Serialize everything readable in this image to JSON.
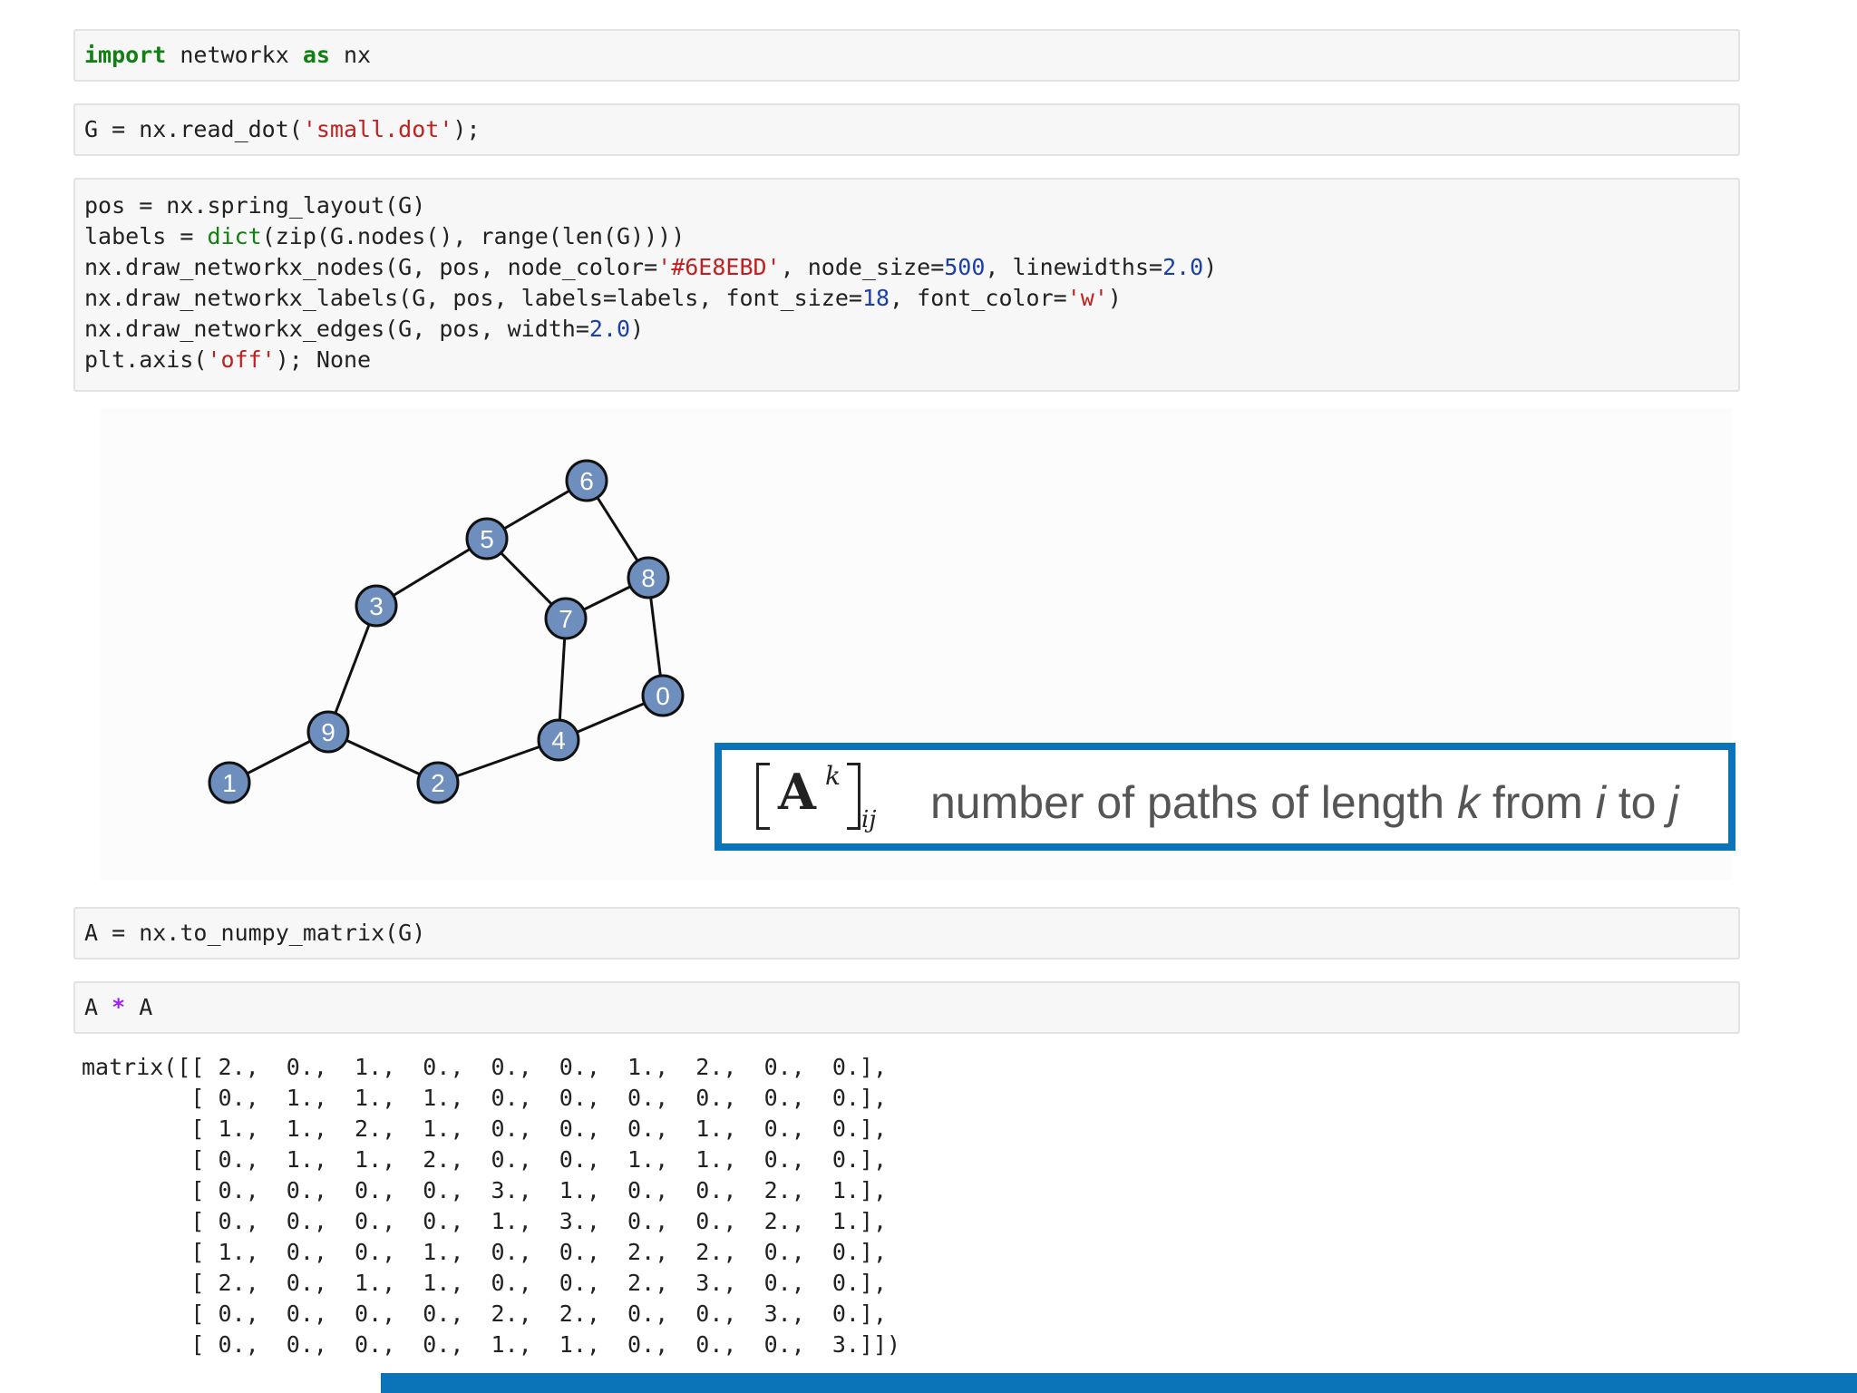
{
  "cells": {
    "import": {
      "kw1": "import",
      "mod": " networkx ",
      "kw2": "as",
      "alias": " nx"
    },
    "read": {
      "pre": "G = nx.read_dot(",
      "str": "'small.dot'",
      "post": ");"
    },
    "draw": {
      "line1": "pos = nx.spring_layout(G)",
      "line2": {
        "pre": "labels = ",
        "fn": "dict",
        "post": "(zip(G.nodes(), range(len(G))))"
      },
      "line3": {
        "pre": "nx.draw_networkx_nodes(G, pos, node_color=",
        "str": "'#6E8EBD'",
        "mid": ", node_size=",
        "num1": "500",
        "mid2": ", linewidths=",
        "num2": "2.0",
        "post": ")"
      },
      "line4": {
        "pre": "nx.draw_networkx_labels(G, pos, labels=labels, font_size=",
        "num": "18",
        "mid": ", font_color=",
        "str": "'w'",
        "post": ")"
      },
      "line5": {
        "pre": "nx.draw_networkx_edges(G, pos, width=",
        "num": "2.0",
        "post": ")"
      },
      "line6": {
        "pre": "plt.axis(",
        "str": "'off'",
        "post": "); None"
      }
    },
    "matrix": {
      "text": "A = nx.to_numpy_matrix(G)"
    },
    "square": {
      "a1": "A ",
      "op": "*",
      "a2": " A"
    }
  },
  "graph": {
    "node_color": "#6E8EBD",
    "nodes": [
      {
        "label": "0"
      },
      {
        "label": "1"
      },
      {
        "label": "2"
      },
      {
        "label": "3"
      },
      {
        "label": "4"
      },
      {
        "label": "5"
      },
      {
        "label": "6"
      },
      {
        "label": "7"
      },
      {
        "label": "8"
      },
      {
        "label": "9"
      }
    ],
    "edges": [
      [
        1,
        9
      ],
      [
        9,
        3
      ],
      [
        9,
        2
      ],
      [
        3,
        5
      ],
      [
        5,
        6
      ],
      [
        5,
        7
      ],
      [
        6,
        8
      ],
      [
        7,
        8
      ],
      [
        7,
        4
      ],
      [
        2,
        4
      ],
      [
        4,
        0
      ],
      [
        0,
        8
      ]
    ]
  },
  "callout": {
    "A": "A",
    "k": "k",
    "ij": "ij",
    "text_pre": "number of paths of length ",
    "k2": "k",
    "mid1": " from ",
    "i": "i",
    "mid2": " to ",
    "j": "j",
    "border_color": "#0b73b7"
  },
  "output": {
    "matrix": "matrix([[ 2.,  0.,  1.,  0.,  0.,  0.,  1.,  2.,  0.,  0.],\n        [ 0.,  1.,  1.,  1.,  0.,  0.,  0.,  0.,  0.,  0.],\n        [ 1.,  1.,  2.,  1.,  0.,  0.,  0.,  1.,  0.,  0.],\n        [ 0.,  1.,  1.,  2.,  0.,  0.,  1.,  1.,  0.,  0.],\n        [ 0.,  0.,  0.,  0.,  3.,  1.,  0.,  0.,  2.,  1.],\n        [ 0.,  0.,  0.,  0.,  1.,  3.,  0.,  0.,  2.,  1.],\n        [ 1.,  0.,  0.,  1.,  0.,  0.,  2.,  2.,  0.,  0.],\n        [ 2.,  0.,  1.,  1.,  0.,  0.,  2.,  3.,  0.,  0.],\n        [ 0.,  0.,  0.,  0.,  2.,  2.,  0.,  0.,  3.,  0.],\n        [ 0.,  0.,  0.,  0.,  1.,  1.,  0.,  0.,  0.,  3.]])"
  }
}
